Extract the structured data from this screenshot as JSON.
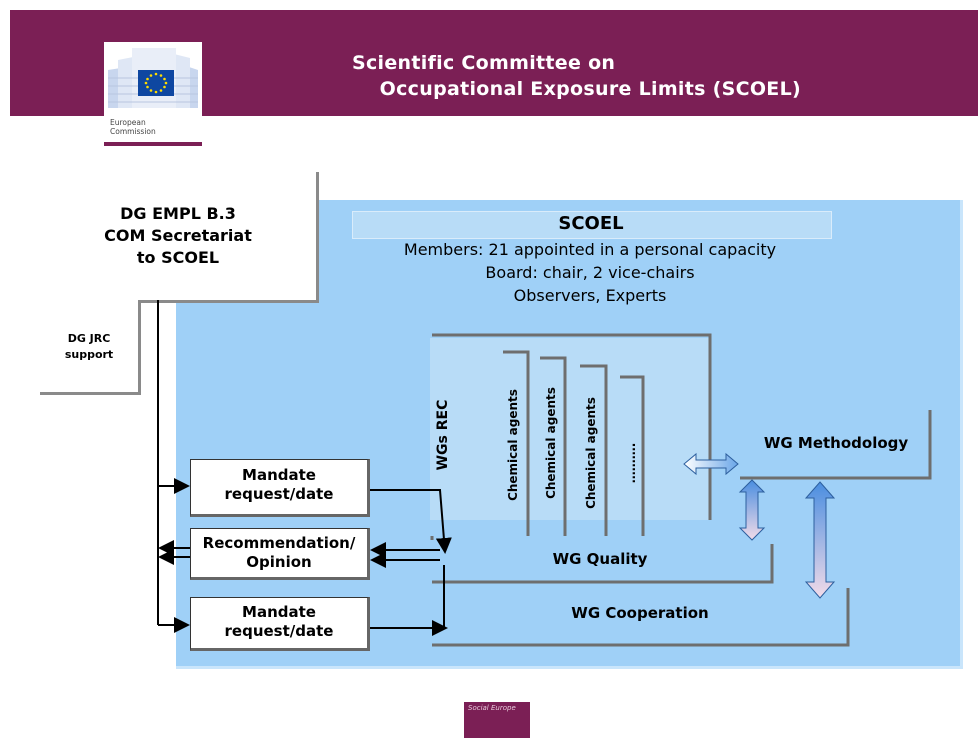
{
  "header": {
    "title": "Scientific Committee on\n    Occupational Exposure Limits (SCOEL)",
    "logo_caption": "European\nCommission",
    "brand_color": "#7b1f55"
  },
  "dg_empl": {
    "text": "DG EMPL B.3\nCOM Secretariat\nto SCOEL"
  },
  "dg_jrc": {
    "text": "DG JRC\nsupport"
  },
  "scoel": {
    "title": "SCOEL",
    "members": "Members: 21 appointed in a personal capacity",
    "board": "Board: chair, 2 vice-chairs",
    "observers": "Observers, Experts"
  },
  "wgs": {
    "rec": "WGs REC",
    "agent_1": "Chemical agents",
    "agent_2": "Chemical agents",
    "agent_3": "Chemical agents",
    "more": "……….",
    "methodology": "WG Methodology",
    "quality": "WG Quality",
    "cooperation": "WG Cooperation"
  },
  "flows": {
    "mandate_1": "Mandate\nrequest/date",
    "recommendation": "Recommendation/\nOpinion",
    "mandate_2": "Mandate\nrequest/date"
  },
  "footer": {
    "logo_text": "Social Europe"
  },
  "colors": {
    "panel": "#9fd0f7",
    "panel_light": "#b8dcf7"
  }
}
